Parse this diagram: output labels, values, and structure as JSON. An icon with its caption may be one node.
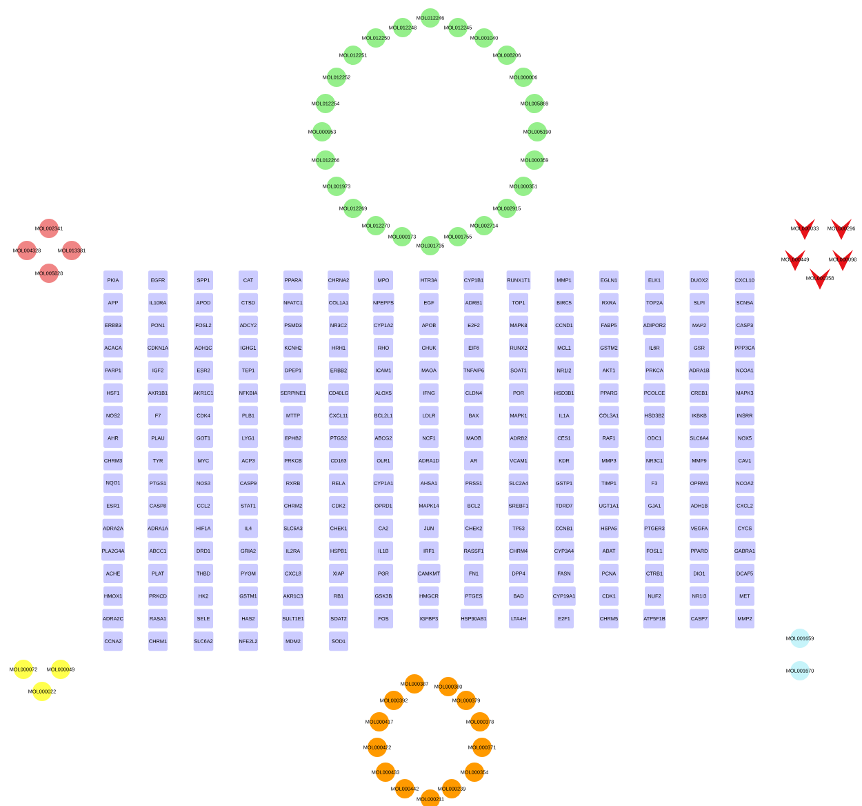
{
  "diagram": {
    "nodes": [
      {
        "text": [
          "MOL012246"
        ]
      },
      {
        "text": [
          "MOL012248"
        ]
      },
      {
        "text": [
          "MOL012245"
        ]
      },
      {
        "text": [
          "MOL012250"
        ]
      },
      {
        "text": [
          "MOL001040"
        ]
      },
      {
        "text": [
          "MOL012251"
        ]
      },
      {
        "text": [
          "MOL008206"
        ]
      },
      {
        "text": [
          "MOL012252"
        ]
      },
      {
        "text": [
          "MOL000006"
        ]
      },
      {
        "text": [
          "MOL012254"
        ]
      },
      {
        "text": [
          "MOL005869"
        ]
      },
      {
        "text": [
          "MOL000953"
        ]
      },
      {
        "text": [
          "MOL005190"
        ]
      },
      {
        "text": [
          "MOL012266"
        ]
      },
      {
        "text": [
          "MOL000359"
        ]
      },
      {
        "text": [
          "MOL001973"
        ]
      },
      {
        "text": [
          "MOL000351"
        ]
      },
      {
        "text": [
          "MOL012269"
        ]
      },
      {
        "text": [
          "MOL002915"
        ]
      },
      {
        "text": [
          "MOL012270"
        ]
      },
      {
        "text": [
          "MOL002714"
        ]
      },
      {
        "text": [
          "MOL000173"
        ]
      },
      {
        "text": [
          "MOL001755"
        ]
      },
      {
        "text": [
          "MOL001735"
        ]
      },
      {
        "text": [
          "MOL002341"
        ]
      },
      {
        "text": [
          "MOL004328"
        ]
      },
      {
        "text": [
          "MOL013381"
        ]
      },
      {
        "text": [
          "MOL005828"
        ]
      },
      {
        "text": [
          "MOL000033"
        ]
      },
      {
        "text": [
          "MOL000296"
        ]
      },
      {
        "text": [
          "MOL000449"
        ]
      },
      {
        "text": [
          "MOL000098"
        ]
      },
      {
        "text": [
          "MOL000358"
        ]
      },
      {
        "text": [
          "PKIA"
        ]
      },
      {
        "text": [
          "APP"
        ]
      },
      {
        "text": [
          "ERBB3"
        ]
      },
      {
        "text": [
          "ACACA"
        ]
      },
      {
        "text": [
          "PARP1"
        ]
      },
      {
        "text": [
          "HSF1"
        ]
      },
      {
        "text": [
          "NOS2"
        ]
      },
      {
        "text": [
          "AHR"
        ]
      },
      {
        "text": [
          "CHRM3"
        ]
      },
      {
        "text": [
          "NQO1"
        ]
      },
      {
        "text": [
          "ESR1"
        ]
      },
      {
        "text": [
          "ADRA2A"
        ]
      },
      {
        "text": [
          "PLA2G4A"
        ]
      },
      {
        "text": [
          "ACHE"
        ]
      },
      {
        "text": [
          "HMOX1"
        ]
      },
      {
        "text": [
          "ADRA2C"
        ]
      },
      {
        "text": [
          "CCNA2"
        ]
      },
      {
        "text": [
          "EGFR"
        ]
      },
      {
        "text": [
          "IL10RA"
        ]
      },
      {
        "text": [
          "PON1"
        ]
      },
      {
        "text": [
          "CDKN1A"
        ]
      },
      {
        "text": [
          "IGF2"
        ]
      },
      {
        "text": [
          "AKR1B1"
        ]
      },
      {
        "text": [
          "F7"
        ]
      },
      {
        "text": [
          "PLAU"
        ]
      },
      {
        "text": [
          "TYR"
        ]
      },
      {
        "text": [
          "PTGS1"
        ]
      },
      {
        "text": [
          "CASP8"
        ]
      },
      {
        "text": [
          "ADRA1A"
        ]
      },
      {
        "text": [
          "ABCC1"
        ]
      },
      {
        "text": [
          "PLAT"
        ]
      },
      {
        "text": [
          "PRKCD"
        ]
      },
      {
        "text": [
          "RASA1"
        ]
      },
      {
        "text": [
          "CHRM1"
        ]
      },
      {
        "text": [
          "SPP1"
        ]
      },
      {
        "text": [
          "APOD"
        ]
      },
      {
        "text": [
          "FOSL2"
        ]
      },
      {
        "text": [
          "ADH1C"
        ]
      },
      {
        "text": [
          "ESR2"
        ]
      },
      {
        "text": [
          "AKR1C1"
        ]
      },
      {
        "text": [
          "CDK4"
        ]
      },
      {
        "text": [
          "GOT1"
        ]
      },
      {
        "text": [
          "MYC"
        ]
      },
      {
        "text": [
          "NOS3"
        ]
      },
      {
        "text": [
          "CCL2"
        ]
      },
      {
        "text": [
          "HIF1A"
        ]
      },
      {
        "text": [
          "DRD1"
        ]
      },
      {
        "text": [
          "THBD"
        ]
      },
      {
        "text": [
          "HK2"
        ]
      },
      {
        "text": [
          "SELE"
        ]
      },
      {
        "text": [
          "SLC6A2"
        ]
      },
      {
        "text": [
          "CAT"
        ]
      },
      {
        "text": [
          "CTSD"
        ]
      },
      {
        "text": [
          "ADCY2"
        ]
      },
      {
        "text": [
          "IGHG1"
        ]
      },
      {
        "text": [
          "TEP1"
        ]
      },
      {
        "text": [
          "NFKBIA"
        ]
      },
      {
        "text": [
          "PLB1"
        ]
      },
      {
        "text": [
          "LYG1"
        ]
      },
      {
        "text": [
          "ACP3"
        ]
      },
      {
        "text": [
          "CASP9"
        ]
      },
      {
        "text": [
          "STAT1"
        ]
      },
      {
        "text": [
          "IL4"
        ]
      },
      {
        "text": [
          "GRIA2"
        ]
      },
      {
        "text": [
          "PYGM"
        ]
      },
      {
        "text": [
          "GSTM1"
        ]
      },
      {
        "text": [
          "HAS2"
        ]
      },
      {
        "text": [
          "NFE2L2"
        ]
      },
      {
        "text": [
          "PPARA"
        ]
      },
      {
        "text": [
          "NFATC1"
        ]
      },
      {
        "text": [
          "PSMD3"
        ]
      },
      {
        "text": [
          "KCNH2"
        ]
      },
      {
        "text": [
          "DPEP1"
        ]
      },
      {
        "text": [
          "SERPINE1"
        ]
      },
      {
        "text": [
          "MTTP"
        ]
      },
      {
        "text": [
          "EPHB2"
        ]
      },
      {
        "text": [
          "PRKCB"
        ]
      },
      {
        "text": [
          "RXRB"
        ]
      },
      {
        "text": [
          "CHRM2"
        ]
      },
      {
        "text": [
          "SLC6A3"
        ]
      },
      {
        "text": [
          "IL2RA"
        ]
      },
      {
        "text": [
          "CXCL8"
        ]
      },
      {
        "text": [
          "AKR1C3"
        ]
      },
      {
        "text": [
          "SULT1E1"
        ]
      },
      {
        "text": [
          "MDM2"
        ]
      },
      {
        "text": [
          "CHRNA2"
        ]
      },
      {
        "text": [
          "COL1A1"
        ]
      },
      {
        "text": [
          "NR3C2"
        ]
      },
      {
        "text": [
          "HRH1"
        ]
      },
      {
        "text": [
          "ERBB2"
        ]
      },
      {
        "text": [
          "CD40LG"
        ]
      },
      {
        "text": [
          "CXCL11"
        ]
      },
      {
        "text": [
          "PTGS2"
        ]
      },
      {
        "text": [
          "CD163"
        ]
      },
      {
        "text": [
          "RELA"
        ]
      },
      {
        "text": [
          "CDK2"
        ]
      },
      {
        "text": [
          "CHEK1"
        ]
      },
      {
        "text": [
          "HSPB1"
        ]
      },
      {
        "text": [
          "XIAP"
        ]
      },
      {
        "text": [
          "RB1"
        ]
      },
      {
        "text": [
          "SOAT2"
        ]
      },
      {
        "text": [
          "SOD1"
        ]
      },
      {
        "text": [
          "MPO"
        ]
      },
      {
        "text": [
          "NPEPPS"
        ]
      },
      {
        "text": [
          "CYP1A2"
        ]
      },
      {
        "text": [
          "RHO"
        ]
      },
      {
        "text": [
          "ICAM1"
        ]
      },
      {
        "text": [
          "ALOX5"
        ]
      },
      {
        "text": [
          "BCL2L1"
        ]
      },
      {
        "text": [
          "ABCG2"
        ]
      },
      {
        "text": [
          "OLR1"
        ]
      },
      {
        "text": [
          "CYP1A1"
        ]
      },
      {
        "text": [
          "OPRD1"
        ]
      },
      {
        "text": [
          "CA2"
        ]
      },
      {
        "text": [
          "IL1B"
        ]
      },
      {
        "text": [
          "PGR"
        ]
      },
      {
        "text": [
          "GSK3B"
        ]
      },
      {
        "text": [
          "FOS"
        ]
      },
      {
        "text": [
          "HTR3A"
        ]
      },
      {
        "text": [
          "EGF"
        ]
      },
      {
        "text": [
          "APOB"
        ]
      },
      {
        "text": [
          "CHUK"
        ]
      },
      {
        "text": [
          "MAOA"
        ]
      },
      {
        "text": [
          "IFNG"
        ]
      },
      {
        "text": [
          "LDLR"
        ]
      },
      {
        "text": [
          "NCF1"
        ]
      },
      {
        "text": [
          "ADRA1D"
        ]
      },
      {
        "text": [
          "AHSA1"
        ]
      },
      {
        "text": [
          "MAPK14"
        ]
      },
      {
        "text": [
          "JUN"
        ]
      },
      {
        "text": [
          "IRF1"
        ]
      },
      {
        "text": [
          "CAMKMT"
        ]
      },
      {
        "text": [
          "HMGCR"
        ]
      },
      {
        "text": [
          "IGFBP3"
        ]
      },
      {
        "text": [
          "CYP1B1"
        ]
      },
      {
        "text": [
          "ADRB1"
        ]
      },
      {
        "text": [
          "E2F2"
        ]
      },
      {
        "text": [
          "EIF6"
        ]
      },
      {
        "text": [
          "TNFAIP6"
        ]
      },
      {
        "text": [
          "CLDN4"
        ]
      },
      {
        "text": [
          "BAX"
        ]
      },
      {
        "text": [
          "MAOB"
        ]
      },
      {
        "text": [
          "AR"
        ]
      },
      {
        "text": [
          "PRSS1"
        ]
      },
      {
        "text": [
          "BCL2"
        ]
      },
      {
        "text": [
          "CHEK2"
        ]
      },
      {
        "text": [
          "RASSF1"
        ]
      },
      {
        "text": [
          "FN1"
        ]
      },
      {
        "text": [
          "PTGES"
        ]
      },
      {
        "text": [
          "HSP90AB1"
        ]
      },
      {
        "text": [
          "RUNX1T1"
        ]
      },
      {
        "text": [
          "TOP1"
        ]
      },
      {
        "text": [
          "MAPK8"
        ]
      },
      {
        "text": [
          "RUNX2"
        ]
      },
      {
        "text": [
          "SOAT1"
        ]
      },
      {
        "text": [
          "POR"
        ]
      },
      {
        "text": [
          "MAPK1"
        ]
      },
      {
        "text": [
          "ADRB2"
        ]
      },
      {
        "text": [
          "VCAM1"
        ]
      },
      {
        "text": [
          "SLC2A4"
        ]
      },
      {
        "text": [
          "SREBF1"
        ]
      },
      {
        "text": [
          "TP53"
        ]
      },
      {
        "text": [
          "CHRM4"
        ]
      },
      {
        "text": [
          "DPP4"
        ]
      },
      {
        "text": [
          "BAD"
        ]
      },
      {
        "text": [
          "LTA4H"
        ]
      },
      {
        "text": [
          "MMP1"
        ]
      },
      {
        "text": [
          "BIRC5"
        ]
      },
      {
        "text": [
          "CCND1"
        ]
      },
      {
        "text": [
          "MCL1"
        ]
      },
      {
        "text": [
          "NR1I2"
        ]
      },
      {
        "text": [
          "HSD3B1"
        ]
      },
      {
        "text": [
          "IL1A"
        ]
      },
      {
        "text": [
          "CES1"
        ]
      },
      {
        "text": [
          "KDR"
        ]
      },
      {
        "text": [
          "GSTP1"
        ]
      },
      {
        "text": [
          "TDRD7"
        ]
      },
      {
        "text": [
          "CCNB1"
        ]
      },
      {
        "text": [
          "CYP3A4"
        ]
      },
      {
        "text": [
          "FASN"
        ]
      },
      {
        "text": [
          "CYP19A1"
        ]
      },
      {
        "text": [
          "E2F1"
        ]
      },
      {
        "text": [
          "EGLN1"
        ]
      },
      {
        "text": [
          "RXRA"
        ]
      },
      {
        "text": [
          "FABP5"
        ]
      },
      {
        "text": [
          "GSTM2"
        ]
      },
      {
        "text": [
          "AKT1"
        ]
      },
      {
        "text": [
          "PPARG"
        ]
      },
      {
        "text": [
          "COL3A1"
        ]
      },
      {
        "text": [
          "RAF1"
        ]
      },
      {
        "text": [
          "MMP3"
        ]
      },
      {
        "text": [
          "TIMP1"
        ]
      },
      {
        "text": [
          "UGT1A1"
        ]
      },
      {
        "text": [
          "HSPA5"
        ]
      },
      {
        "text": [
          "ABAT"
        ]
      },
      {
        "text": [
          "PCNA"
        ]
      },
      {
        "text": [
          "CDK1"
        ]
      },
      {
        "text": [
          "CHRM5"
        ]
      },
      {
        "text": [
          "ELK1"
        ]
      },
      {
        "text": [
          "TOP2A"
        ]
      },
      {
        "text": [
          "ADIPOR2"
        ]
      },
      {
        "text": [
          "IL6R"
        ]
      },
      {
        "text": [
          "PRKCA"
        ]
      },
      {
        "text": [
          "PCOLCE"
        ]
      },
      {
        "text": [
          "HSD3B2"
        ]
      },
      {
        "text": [
          "ODC1"
        ]
      },
      {
        "text": [
          "NR3C1"
        ]
      },
      {
        "text": [
          "F3"
        ]
      },
      {
        "text": [
          "GJA1"
        ]
      },
      {
        "text": [
          "PTGER3"
        ]
      },
      {
        "text": [
          "FOSL1"
        ]
      },
      {
        "text": [
          "CTRB1"
        ]
      },
      {
        "text": [
          "NUF2"
        ]
      },
      {
        "text": [
          "ATP5F1B"
        ]
      },
      {
        "text": [
          "DUOX2"
        ]
      },
      {
        "text": [
          "SLPI"
        ]
      },
      {
        "text": [
          "MAP2"
        ]
      },
      {
        "text": [
          "GSR"
        ]
      },
      {
        "text": [
          "ADRA1B"
        ]
      },
      {
        "text": [
          "CREB1"
        ]
      },
      {
        "text": [
          "IKBKB"
        ]
      },
      {
        "text": [
          "SLC6A4"
        ]
      },
      {
        "text": [
          "MMP9"
        ]
      },
      {
        "text": [
          "OPRM1"
        ]
      },
      {
        "text": [
          "ADH1B"
        ]
      },
      {
        "text": [
          "VEGFA"
        ]
      },
      {
        "text": [
          "PPARD"
        ]
      },
      {
        "text": [
          "DIO1"
        ]
      },
      {
        "text": [
          "NR1I3"
        ]
      },
      {
        "text": [
          "CASP7"
        ]
      },
      {
        "text": [
          "CXCL10"
        ]
      },
      {
        "text": [
          "SCN5A"
        ]
      },
      {
        "text": [
          "CASP3"
        ]
      },
      {
        "text": [
          "PPP3CA"
        ]
      },
      {
        "text": [
          "NCOA1"
        ]
      },
      {
        "text": [
          "MAPK3"
        ]
      },
      {
        "text": [
          "INSRR"
        ]
      },
      {
        "text": [
          "NOX5"
        ]
      },
      {
        "text": [
          "CAV1"
        ]
      },
      {
        "text": [
          "NCOA2"
        ]
      },
      {
        "text": [
          "CXCL2"
        ]
      },
      {
        "text": [
          "CYCS"
        ]
      },
      {
        "text": [
          "GABRA1"
        ]
      },
      {
        "text": [
          "DCAF5"
        ]
      },
      {
        "text": [
          "MET"
        ]
      },
      {
        "text": [
          "MMP2"
        ]
      },
      {
        "text": [
          "MOL001659"
        ]
      },
      {
        "text": [
          "MOL001670"
        ]
      },
      {
        "text": [
          "MOL000072"
        ]
      },
      {
        "text": [
          "MOL000049"
        ]
      },
      {
        "text": [
          "MOL000022"
        ]
      },
      {
        "text": [
          "MOL000387"
        ]
      },
      {
        "text": [
          "MOL000380"
        ]
      },
      {
        "text": [
          "MOL000392"
        ]
      },
      {
        "text": [
          "MOL000379"
        ]
      },
      {
        "text": [
          "MOL000417"
        ]
      },
      {
        "text": [
          "MOL000378"
        ]
      },
      {
        "text": [
          "MOL000422"
        ]
      },
      {
        "text": [
          "MOL000371"
        ]
      },
      {
        "text": [
          "MOL000433"
        ]
      },
      {
        "text": [
          "MOL000354"
        ]
      },
      {
        "text": [
          "MOL000442"
        ]
      },
      {
        "text": [
          "MOL000239"
        ]
      },
      {
        "text": [
          "MOL000211"
        ]
      }
    ]
  }
}
